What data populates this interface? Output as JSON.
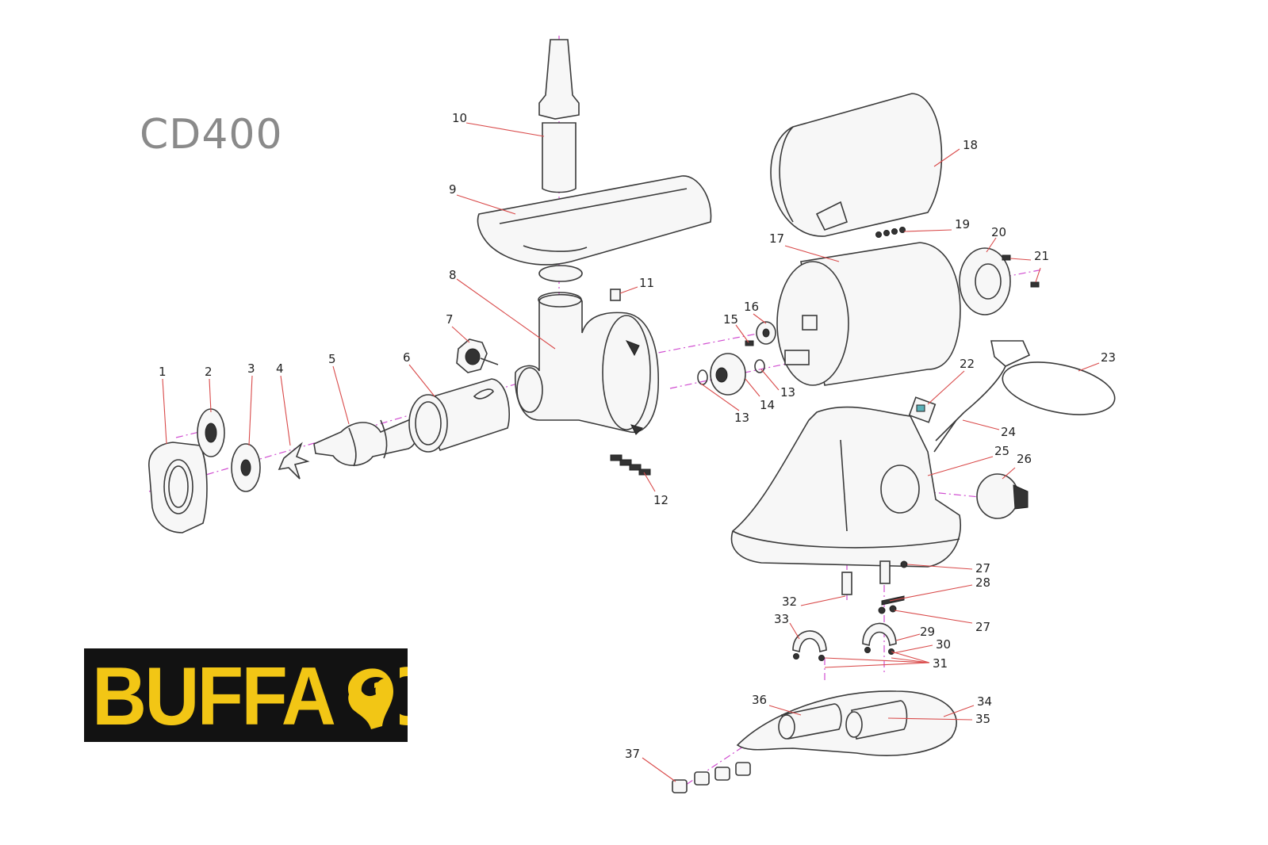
{
  "model": "CD400",
  "brand": "BUFFALO",
  "callouts": [
    {
      "id": "c1",
      "label": "1"
    },
    {
      "id": "c2",
      "label": "2"
    },
    {
      "id": "c3",
      "label": "3"
    },
    {
      "id": "c4",
      "label": "4"
    },
    {
      "id": "c5",
      "label": "5"
    },
    {
      "id": "c6",
      "label": "6"
    },
    {
      "id": "c7",
      "label": "7"
    },
    {
      "id": "c8",
      "label": "8"
    },
    {
      "id": "c9",
      "label": "9"
    },
    {
      "id": "c10",
      "label": "10"
    },
    {
      "id": "c11",
      "label": "11"
    },
    {
      "id": "c12",
      "label": "12"
    },
    {
      "id": "c13a",
      "label": "13"
    },
    {
      "id": "c13b",
      "label": "13"
    },
    {
      "id": "c14",
      "label": "14"
    },
    {
      "id": "c15",
      "label": "15"
    },
    {
      "id": "c16",
      "label": "16"
    },
    {
      "id": "c17",
      "label": "17"
    },
    {
      "id": "c18",
      "label": "18"
    },
    {
      "id": "c19",
      "label": "19"
    },
    {
      "id": "c20",
      "label": "20"
    },
    {
      "id": "c21",
      "label": "21"
    },
    {
      "id": "c22",
      "label": "22"
    },
    {
      "id": "c23",
      "label": "23"
    },
    {
      "id": "c24",
      "label": "24"
    },
    {
      "id": "c25",
      "label": "25"
    },
    {
      "id": "c26",
      "label": "26"
    },
    {
      "id": "c27a",
      "label": "27"
    },
    {
      "id": "c27b",
      "label": "27"
    },
    {
      "id": "c28",
      "label": "28"
    },
    {
      "id": "c29",
      "label": "29"
    },
    {
      "id": "c30",
      "label": "30"
    },
    {
      "id": "c31",
      "label": "31"
    },
    {
      "id": "c32",
      "label": "32"
    },
    {
      "id": "c33",
      "label": "33"
    },
    {
      "id": "c34",
      "label": "34"
    },
    {
      "id": "c35",
      "label": "35"
    },
    {
      "id": "c36",
      "label": "36"
    },
    {
      "id": "c37",
      "label": "37"
    }
  ]
}
